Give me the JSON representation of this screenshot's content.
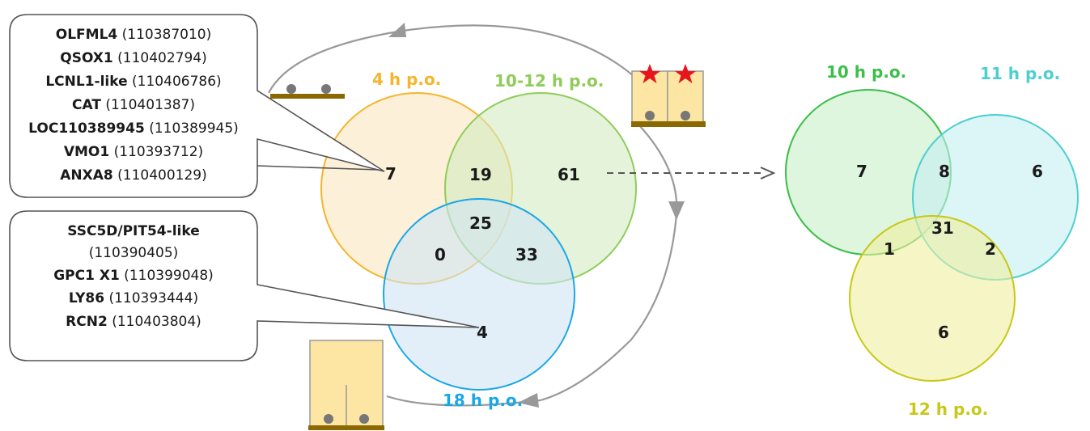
{
  "colors": {
    "h4": "#f5b52c",
    "h10_12": "#8fcc5a",
    "h18": "#1aa7e6",
    "h10": "#3cbf4a",
    "h11": "#4ccfd0",
    "h12": "#c8c81a",
    "gray": "#999999",
    "star": "#e8141c",
    "plate_bar": "#8a6a00",
    "cell_fill": "#fde5a3"
  },
  "left_venn": {
    "labels": {
      "h4": "4 h p.o.",
      "h10_12": "10-12 h p.o.",
      "h18": "18 h p.o."
    },
    "counts": {
      "only_4": "7",
      "h4_and_10_12": "19",
      "only_10_12": "61",
      "all_three": "25",
      "h4_and_18": "0",
      "h10_12_and_18": "33",
      "only_18": "4"
    }
  },
  "right_venn": {
    "labels": {
      "h10": "10 h p.o.",
      "h11": "11 h p.o.",
      "h12": "12 h p.o."
    },
    "counts": {
      "only_10": "7",
      "h10_and_11": "8",
      "only_11": "6",
      "all_three": "31",
      "h10_and_12": "1",
      "h11_and_12": "2",
      "only_12": "6"
    }
  },
  "callouts": {
    "top": [
      {
        "name": "OLFML4",
        "id": " (110387010)"
      },
      {
        "name": "QSOX1",
        "id": " (110402794)"
      },
      {
        "name": "LCNL1-like",
        "id": " (110406786)"
      },
      {
        "name": "CAT",
        "id": " (110401387)"
      },
      {
        "name": "LOC110389945",
        "id": " (110389945)"
      },
      {
        "name": "VMO1",
        "id": " (110393712)"
      },
      {
        "name": "ANXA8",
        "id": " (110400129)"
      }
    ],
    "bottom": {
      "line1": "SSC5D/PIT54-like",
      "line2": "(110390405)",
      "rest": [
        {
          "name": "GPC1 X1",
          "id": " (110399048)"
        },
        {
          "name": "LY86",
          "id": " (110393444)"
        },
        {
          "name": "RCN2",
          "id": " (110403804)"
        }
      ]
    }
  }
}
